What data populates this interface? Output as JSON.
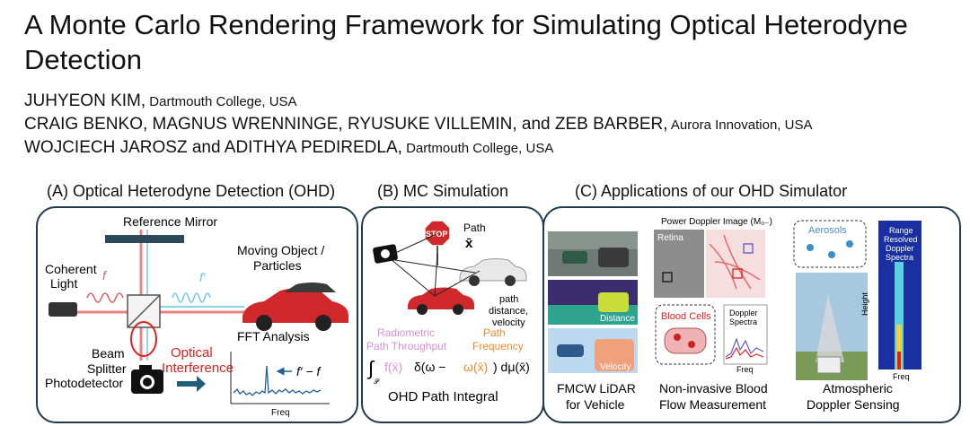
{
  "paper": {
    "title": "A Monte Carlo Rendering Framework for Simulating Optical Heterodyne Detection",
    "authors": [
      {
        "names": "JUHYEON KIM,",
        "affiliation": " Dartmouth College, USA"
      },
      {
        "names": "CRAIG BENKO, MAGNUS WRENNINGE, RYUSUKE VILLEMIN, and ZEB BARBER,",
        "affiliation": " Aurora Innovation, USA"
      },
      {
        "names": "WOJCIECH JAROSZ and ADITHYA PEDIREDLA,",
        "affiliation": " Dartmouth College, USA"
      }
    ]
  },
  "figure": {
    "panel_a": {
      "title": "(A) Optical Heterodyne Detection (OHD)",
      "reference_mirror": "Reference Mirror",
      "coherent_light": [
        "Coherent",
        "Light"
      ],
      "f": "f",
      "f_prime": "f′",
      "moving_object": [
        "Moving Object /",
        "Particles"
      ],
      "beam_splitter": [
        "Beam",
        "Splitter"
      ],
      "optical_interference": [
        "Optical",
        "Interference"
      ],
      "fft_analysis": "FFT Analysis",
      "beat": "f′ − f",
      "freq": "Freq",
      "photodetector": "Photodetector"
    },
    "panel_b": {
      "title": "(B) MC Simulation",
      "stop": "STOP",
      "path": "Path",
      "path_symbol": "x̄",
      "path_info": [
        "path",
        "distance,",
        "velocity"
      ],
      "radiometric": [
        "Radiometric",
        "Path Throughput"
      ],
      "path_frequency": [
        "Path",
        "Frequency"
      ],
      "integral_parts": [
        "∫",
        "𝒫",
        "f(x̄)",
        "δ(ω − ",
        "ω(x̄)",
        ") dμ(x̄)"
      ],
      "ohd_path_integral": "OHD Path Integral"
    },
    "panel_c": {
      "title": "(C) Applications of our OHD Simulator",
      "distance": "Distance",
      "velocity": "Velocity",
      "fmcw": [
        "FMCW LiDAR",
        "for Vehicle"
      ],
      "power_doppler": "Power Doppler Image (M₀₋)",
      "retina": "Retina",
      "blood_cells": "Blood Cells",
      "doppler_spectra": [
        "Doppler",
        "Spectra"
      ],
      "freq": "Freq",
      "noninvasive": [
        "Non-invasive Blood",
        "Flow Measurement"
      ],
      "aerosols": "Aerosols",
      "height": "Height",
      "range_resolved": [
        "Range",
        "Resolved",
        "Doppler",
        "Spectra"
      ],
      "atmospheric": [
        "Atmospheric",
        "Doppler Sensing"
      ]
    },
    "colors": {
      "border": "#1f3b4d",
      "laser_red": "#e05a5a",
      "laser_blue": "#6ec6e8",
      "optical_red": "#e02020",
      "mirror": "#2c4a5c",
      "radiometric_pink": "#d98fd8",
      "frequency_orange": "#f08a2c",
      "arrow_blue": "#1f5f7a"
    }
  }
}
